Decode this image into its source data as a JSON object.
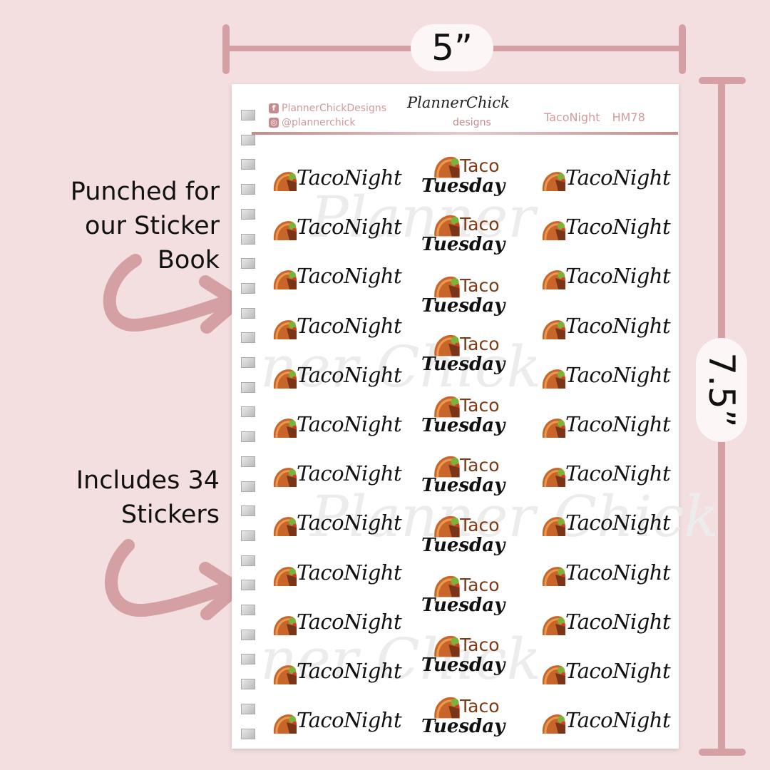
{
  "dimensions": {
    "width_label": "5”",
    "height_label": "7.5”"
  },
  "annotations": {
    "punched": [
      "Punched for",
      "our Sticker",
      "Book"
    ],
    "includes": [
      "Includes 34",
      "Stickers"
    ]
  },
  "header": {
    "facebook": "PlannerChickDesigns",
    "instagram": "@plannerchick",
    "logo_top": "PlannerChick",
    "logo_bottom": "designs",
    "sheet_name": "TacoNight",
    "sheet_code": "HM78"
  },
  "stickers": {
    "taco_night": "TacoNight",
    "taco_word": "Taco",
    "tuesday_word": "Tuesday",
    "left_column_count": 12,
    "middle_column_count": 10,
    "right_column_count": 12,
    "total": 34
  },
  "colors": {
    "accent": "#d4a0a3",
    "background": "#f3dfe0",
    "taco": "#c8652a",
    "taco_word": "#7d3b16"
  },
  "icons": [
    "facebook-icon",
    "instagram-icon",
    "taco-icon",
    "arrow-icon"
  ]
}
